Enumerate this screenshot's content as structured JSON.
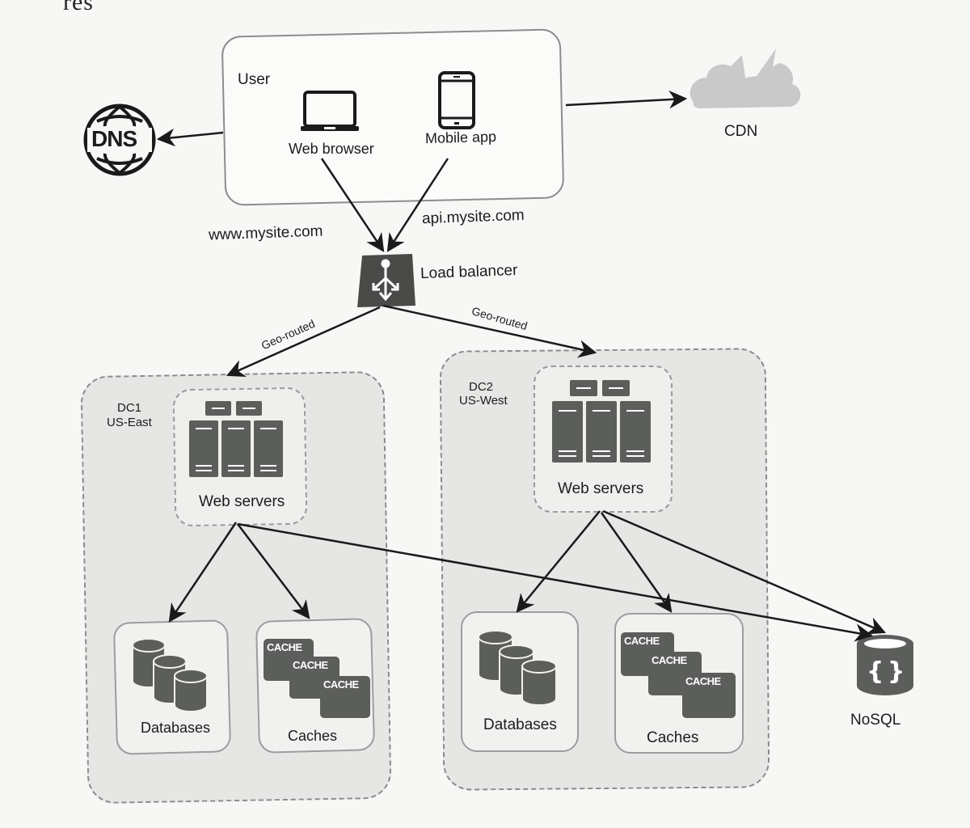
{
  "page": {
    "top_fragment": "res"
  },
  "diagram": {
    "user_group": {
      "title": "User",
      "clients": [
        {
          "label": "Web browser",
          "icon": "laptop-icon"
        },
        {
          "label": "Mobile app",
          "icon": "mobile-phone-icon"
        }
      ]
    },
    "dns": {
      "label": "DNS",
      "icon": "globe-icon"
    },
    "cdn": {
      "label": "CDN",
      "icon": "cloud-icon"
    },
    "routes": {
      "web": "www.mysite.com",
      "api": "api.mysite.com"
    },
    "load_balancer": {
      "label": "Load balancer",
      "icon": "load-balancer-icon"
    },
    "edges": {
      "geo_left": "Geo-routed",
      "geo_right": "Geo-routed"
    },
    "data_centers": [
      {
        "name": "DC1",
        "region": "US-East",
        "web_servers": "Web servers",
        "databases": "Databases",
        "caches": "Caches",
        "cache_tiles": [
          "CACHE",
          "CACHE",
          "CACHE"
        ]
      },
      {
        "name": "DC2",
        "region": "US-West",
        "web_servers": "Web servers",
        "databases": "Databases",
        "caches": "Caches",
        "cache_tiles": [
          "CACHE",
          "CACHE",
          "CACHE"
        ]
      }
    ],
    "nosql": {
      "label": "NoSQL",
      "icon": "nosql-database-icon"
    },
    "colors": {
      "icon_dark": "#5c5e5b",
      "dc_fill": "#e6e6e4",
      "cdn_fill": "#c9c9c9",
      "line": "#1a1a1a"
    }
  }
}
